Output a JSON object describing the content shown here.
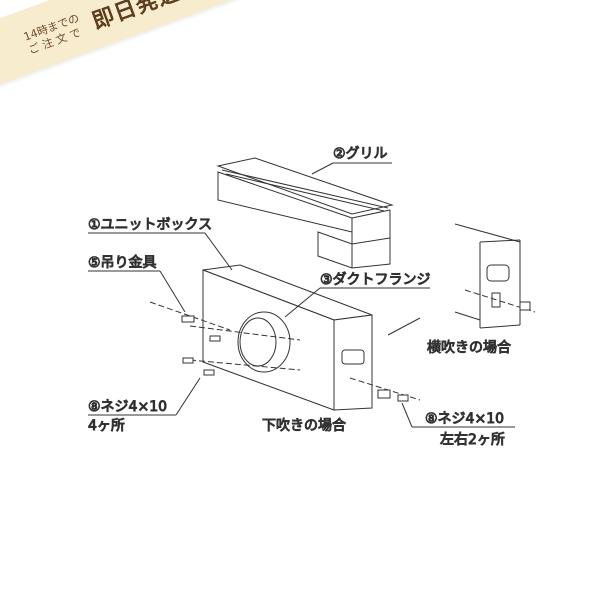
{
  "banner": {
    "line1": "14時までの",
    "line2": "ご 注 文 で",
    "headline": "即日発送",
    "background": "#f8ecce",
    "text_color": "#5e3e1f"
  },
  "labels": {
    "grille": "②グリル",
    "unit_box": "①ユニットボックス",
    "hanger": "⑤吊り金具",
    "duct_flange": "③ダクトフランジ",
    "side_blow": "横吹きの場合",
    "screw_left": "⑧ネジ4×10",
    "screw_left_count": "4ヶ所",
    "down_blow": "下吹きの場合",
    "screw_right": "⑧ネジ4×10",
    "screw_right_count": "左右2ヶ所"
  }
}
